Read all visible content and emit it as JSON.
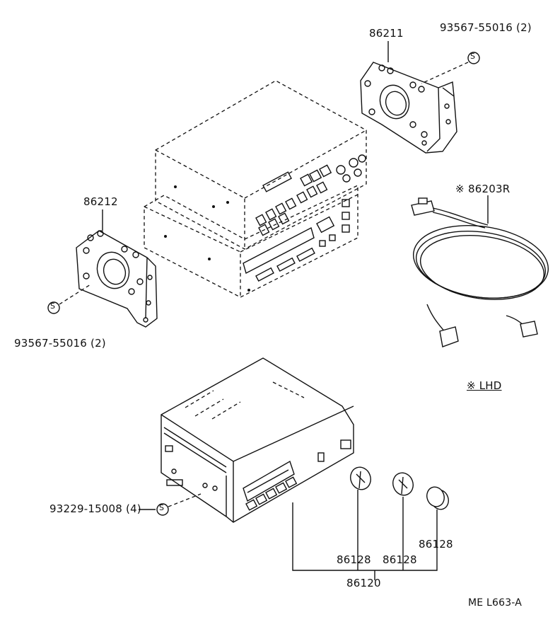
{
  "labels": {
    "bracket_right_part": "86211",
    "screw_top": "93567-55016 (2)",
    "bracket_left_part": "86212",
    "screw_left": "93567-55016 (2)",
    "cord_part": "86203R",
    "cord_mark": "※",
    "lhd_note": "※ LHD",
    "screw_radio": "93229-15008 (4)",
    "knob_1": "86128",
    "knob_2": "86128",
    "knob_3": "86128",
    "radio_assy": "86120",
    "drawing_code": "ME L663-A"
  },
  "symbols": {
    "screw_marker": "S"
  }
}
